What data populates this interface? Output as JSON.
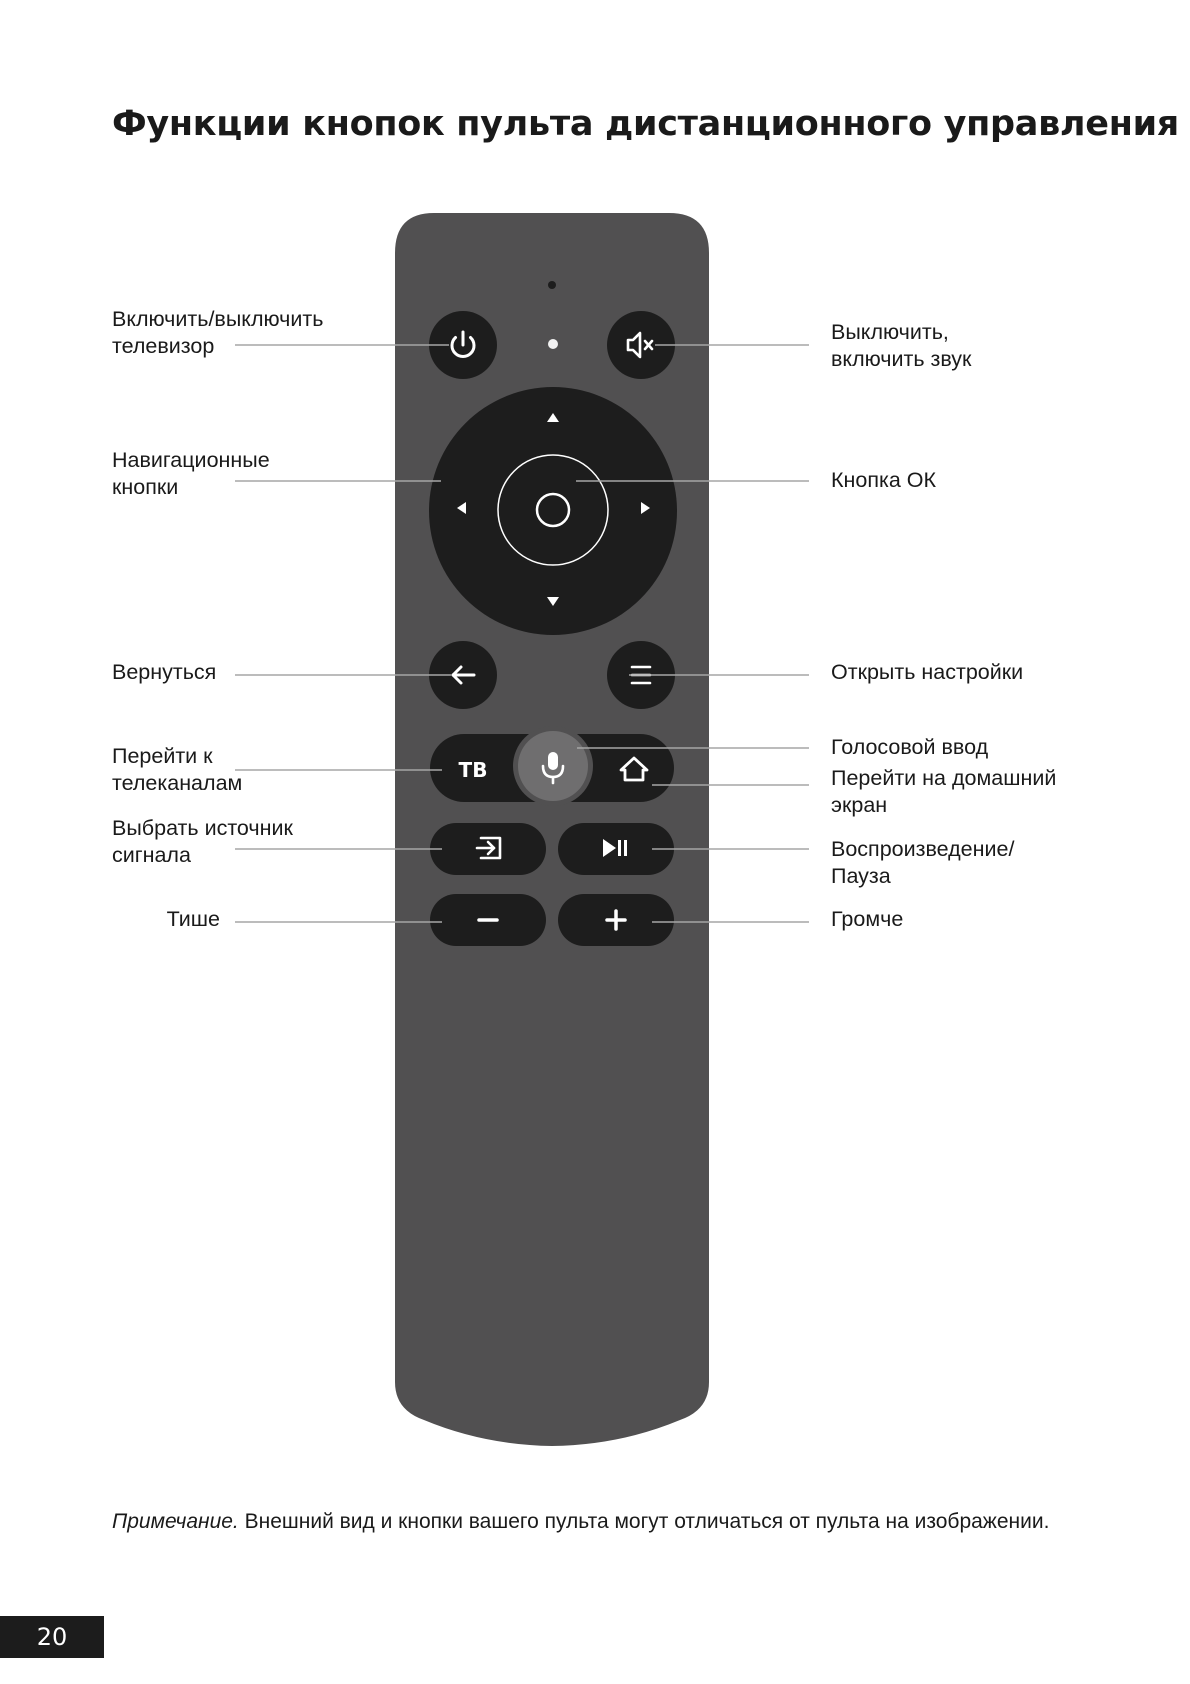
{
  "title": "Функции кнопок пульта дистанционного управления",
  "labels": {
    "power": [
      "Включить/выключить",
      "телевизор"
    ],
    "mute": [
      "Выключить,",
      "включить звук"
    ],
    "nav": [
      "Навигационные",
      "кнопки"
    ],
    "ok": [
      "Кнопка ОК"
    ],
    "back": [
      "Вернуться"
    ],
    "settings": [
      "Открыть настройки"
    ],
    "tv_channels": [
      "Перейти к",
      "телеканалам"
    ],
    "voice": [
      "Голосовой ввод"
    ],
    "home": [
      "Перейти на домашний",
      "экран"
    ],
    "source": [
      "Выбрать источник",
      "сигнала"
    ],
    "playpause": [
      "Воспроизведение/",
      "Пауза"
    ],
    "vol_down": [
      "Тише"
    ],
    "vol_up": [
      "Громче"
    ]
  },
  "remote": {
    "tv_button_label": "ТВ",
    "body_color": "#515051",
    "button_color": "#1d1d1d",
    "mic_color": "#6f6e6f"
  },
  "icons": {
    "power": "power-icon",
    "mute": "mute-icon",
    "back": "arrow-left-icon",
    "menu": "menu-icon",
    "voice": "microphone-icon",
    "home": "home-icon",
    "source": "input-source-icon",
    "playpause": "play-pause-icon",
    "minus": "minus-icon",
    "plus": "plus-icon"
  },
  "note": {
    "prefix": "Примечание.",
    "text": " Внешний вид и кнопки вашего пульта могут отличаться от пульта на изображении."
  },
  "page_number": "20"
}
